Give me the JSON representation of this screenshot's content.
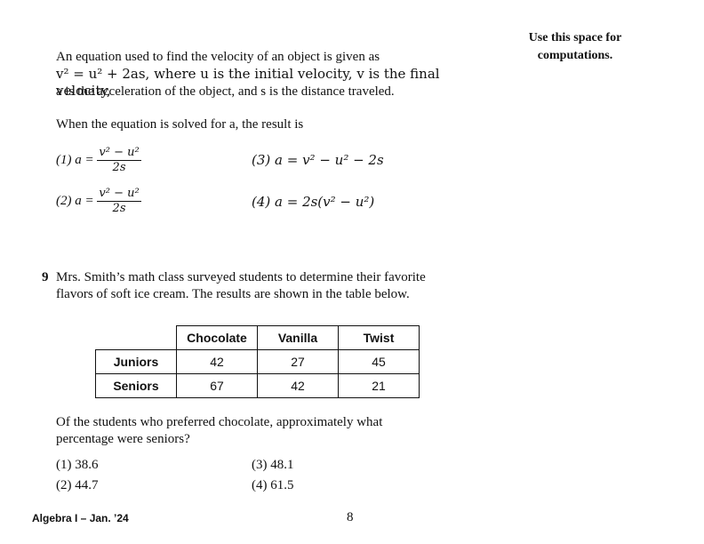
{
  "scratch": {
    "title": "Use this space for computations."
  },
  "q8": {
    "intro_line1": "An equation used to find the velocity of an object is given as",
    "formula": "v² = u² + 2as, where u is the initial velocity, v is the final velocity,",
    "intro_line3": "a is the acceleration of the object, and s is the distance traveled.",
    "question": "When the equation is solved for a, the result is",
    "choices": [
      {
        "label": "(1) a =",
        "num": "v² − u²",
        "den": "2s"
      },
      {
        "label": "(2) a =",
        "num": "v² − u²",
        "den": "2s"
      },
      {
        "label": "(3) a = v² − u² − 2s"
      },
      {
        "label": "(4) a = 2s(v² − u²)"
      }
    ]
  },
  "q9": {
    "number": "9",
    "line1": "Mrs. Smith’s math class surveyed students to determine their favorite",
    "line2": "flavors of soft ice cream. The results are shown in the table below.",
    "table": {
      "headers": [
        "",
        "Chocolate",
        "Vanilla",
        "Twist"
      ],
      "rows": [
        {
          "label": "Juniors",
          "values": [
            "42",
            "27",
            "45"
          ]
        },
        {
          "label": "Seniors",
          "values": [
            "67",
            "42",
            "21"
          ]
        }
      ]
    },
    "question_line1": "Of the students who preferred chocolate, approximately what",
    "question_line2": "percentage were seniors?",
    "choices": [
      "(1) 38.6",
      "(2) 44.7",
      "(3) 48.1",
      "(4) 61.5"
    ]
  },
  "footer": {
    "left": "Algebra I – Jan. ’24",
    "page": "8"
  }
}
